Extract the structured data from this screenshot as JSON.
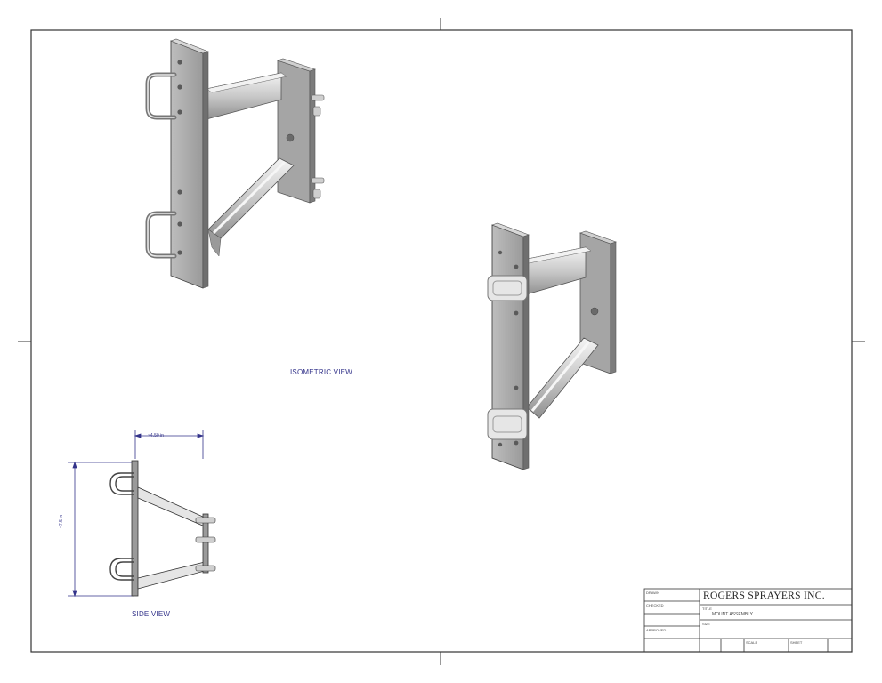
{
  "views": {
    "isometric_label": "ISOMETRIC VIEW",
    "side_label": "SIDE VIEW"
  },
  "dimensions": {
    "width": "~4.50 in",
    "height": "~7.5 in"
  },
  "title_block": {
    "company": "ROGERS SPRAYERS INC.",
    "title_caption": "TITLE",
    "title": "MOUNT ASSEMBLY",
    "size_caption": "SIZE",
    "scale_caption": "SCALE",
    "sheet_caption": "SHEET",
    "drawn_caption": "DRAWN",
    "checked_caption": "CHECKED",
    "approved_caption": "APPROVED"
  },
  "colors": {
    "ink": "#33338a",
    "steel_dark": "#8a8a8a",
    "steel_mid": "#b5b5b5",
    "steel_light": "#e2e2e2",
    "border": "#333333"
  }
}
